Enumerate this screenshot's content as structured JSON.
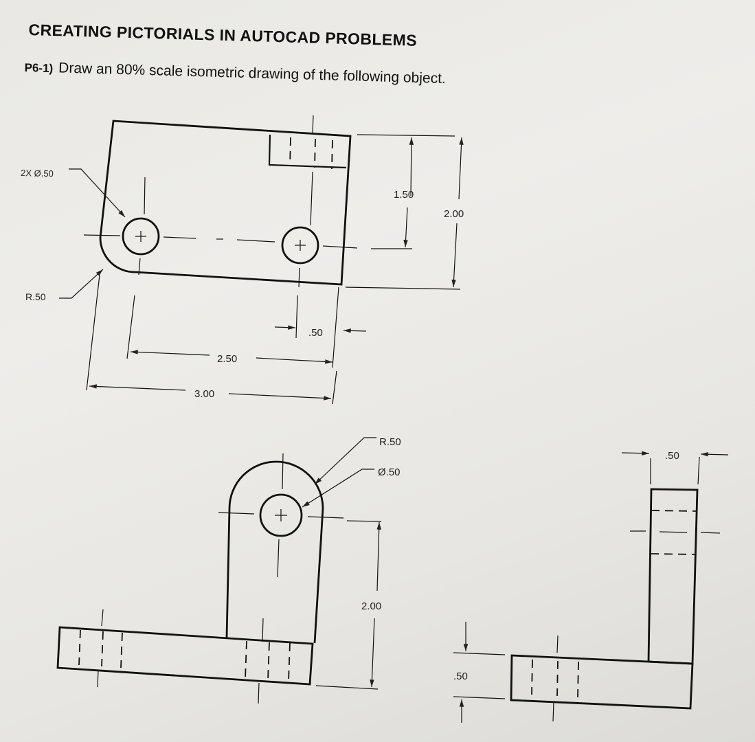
{
  "header": {
    "title": "CREATING PICTORIALS IN AUTOCAD PROBLEMS"
  },
  "problem": {
    "number": "P6-1)",
    "instruction": "Draw an 80% scale isometric drawing of the following object."
  },
  "top_view": {
    "callout_holes": "2X Ø.50",
    "callout_radius": "R.50",
    "dim_offset": ".50",
    "dim_hole_spacing": "2.50",
    "dim_overall_width": "3.00",
    "dim_hole_height": "1.50",
    "dim_overall_depth": "2.00"
  },
  "front_view": {
    "callout_radius": "R.50",
    "callout_hole": "Ø.50",
    "dim_height": "2.00"
  },
  "side_view": {
    "dim_upright_thickness": ".50",
    "dim_base_thickness": ".50"
  }
}
